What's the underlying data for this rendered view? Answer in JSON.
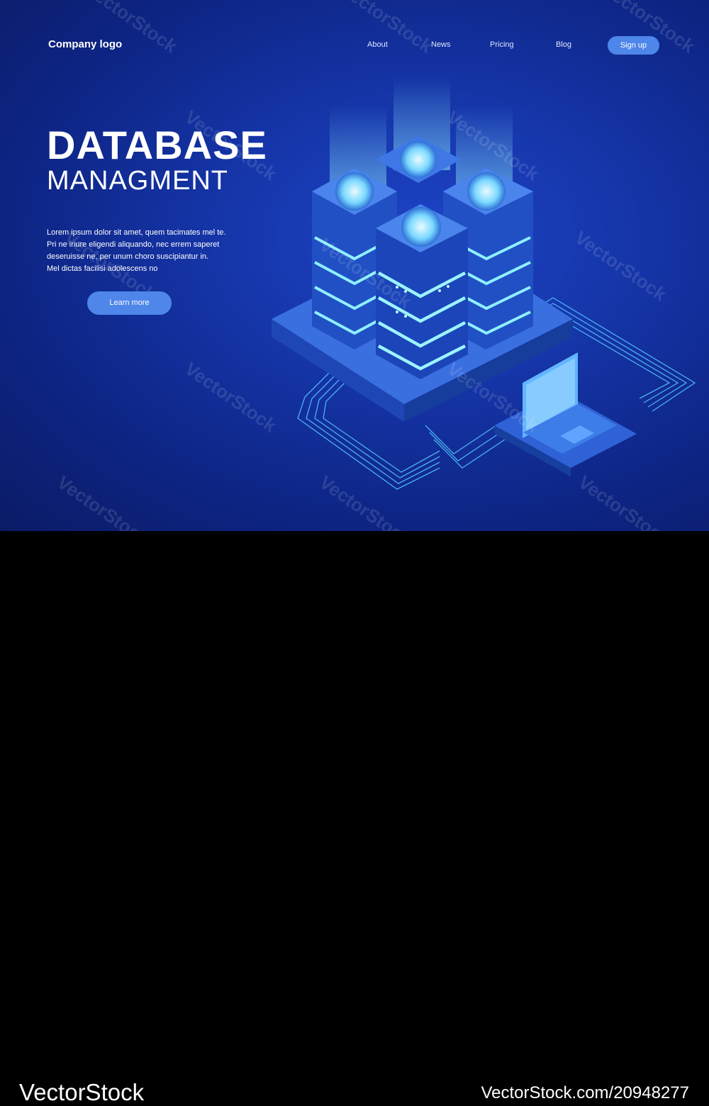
{
  "header": {
    "logo": "Company logo",
    "nav": [
      "About",
      "News",
      "Pricing",
      "Blog"
    ],
    "signup": "Sign up"
  },
  "hero": {
    "title": "DATABASE",
    "subtitle": "MANAGMENT",
    "body": [
      "Lorem ipsum dolor sit amet, quem tacimates mel te.",
      "Pri ne iriure eligendi aliquando, nec errem saperet",
      "deseruisse ne, per unum choro suscipiantur in.",
      "Mel dictas facilisi adolescens no"
    ],
    "cta": "Learn more"
  },
  "watermark": "VectorStock",
  "footer": {
    "brand": "VectorStock",
    "id": "VectorStock.com/20948277"
  },
  "colors": {
    "background": "#1535a8",
    "button": "#4e86ea",
    "glow": "#7fe3ff"
  }
}
